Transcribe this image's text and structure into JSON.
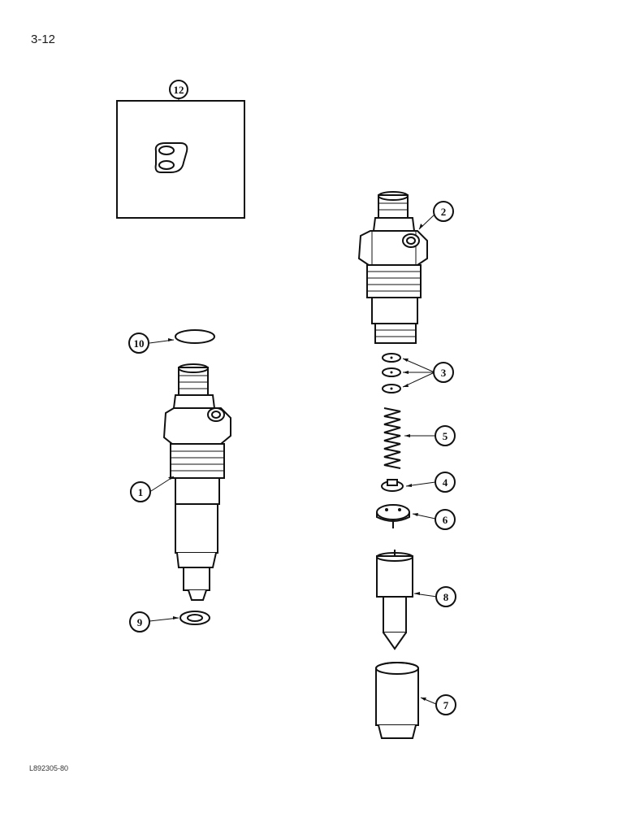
{
  "page": {
    "number": "3-12",
    "drawing_code": "L892305-80"
  },
  "callouts": [
    {
      "id": "1",
      "label": "1"
    },
    {
      "id": "2",
      "label": "2"
    },
    {
      "id": "3",
      "label": "3"
    },
    {
      "id": "4",
      "label": "4"
    },
    {
      "id": "5",
      "label": "5"
    },
    {
      "id": "6",
      "label": "6"
    },
    {
      "id": "7",
      "label": "7"
    },
    {
      "id": "8",
      "label": "8"
    },
    {
      "id": "9",
      "label": "9"
    },
    {
      "id": "10",
      "label": "10"
    },
    {
      "id": "12",
      "label": "12"
    }
  ]
}
